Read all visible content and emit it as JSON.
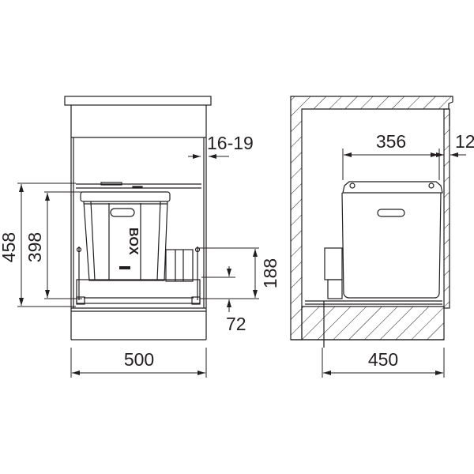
{
  "diagram": {
    "type": "technical-drawing",
    "subject": "Pull-out waste bin system in base cabinet",
    "line_color": "#231f20",
    "views": [
      {
        "id": "front-view",
        "bin_label": "BOX",
        "dimensions": {
          "side_clearance": "16-19",
          "total_height": "458",
          "bin_height": "398",
          "small_container_height": "188",
          "base_height": "72",
          "cabinet_width": "500"
        }
      },
      {
        "id": "side-view",
        "dimensions": {
          "bin_depth": "356",
          "rear_clearance": "12",
          "cabinet_depth": "450"
        }
      }
    ]
  }
}
